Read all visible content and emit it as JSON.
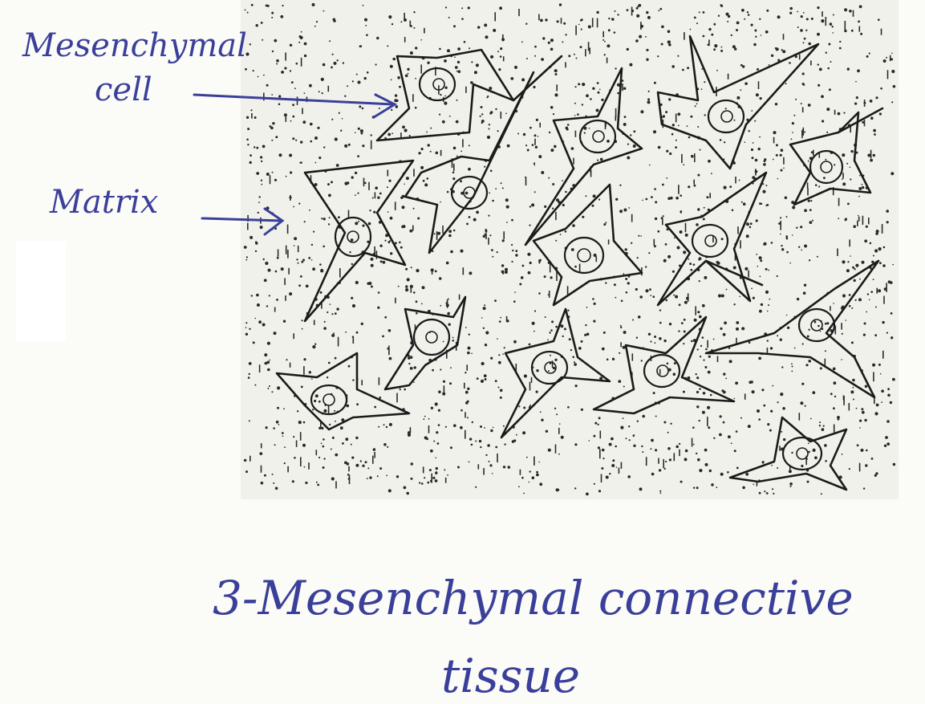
{
  "labels": {
    "mesenchymal_cell_line1": "Mesenchymal",
    "mesenchymal_cell_line2": "cell",
    "matrix": "Matrix"
  },
  "caption": {
    "line1": "3-Mesenchymal connective",
    "line2": "tissue"
  },
  "colors": {
    "ink_label": "#3a3f9a",
    "ink_drawing": "#1b1b1b",
    "paper": "#fbfbf7",
    "matrix_bg": "#f1f1ec"
  }
}
